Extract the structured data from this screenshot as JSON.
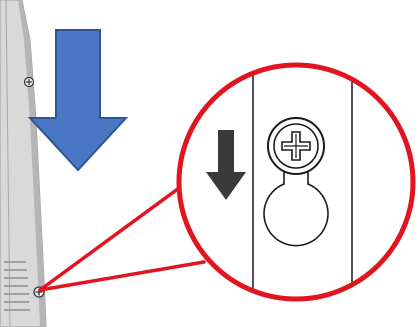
{
  "illustration": {
    "subject": "wall-mount-keyhole-instruction",
    "icons": [
      "device-side-panel",
      "blue-down-arrow-icon",
      "callout-magnifier",
      "dark-down-arrow-icon",
      "screw-icon",
      "keyhole-slot"
    ],
    "colors": {
      "background": "#ffffff",
      "device_face": "#d9d9d9",
      "device_edge": "#b5b5b5",
      "device_shadow": "#8f8f8f",
      "blue_arrow_fill": "#4a77c4",
      "blue_arrow_stroke": "#2f5597",
      "callout_red": "#e0151f",
      "dark_arrow": "#3a3a3a",
      "line_art": "#1a1a1a"
    }
  }
}
